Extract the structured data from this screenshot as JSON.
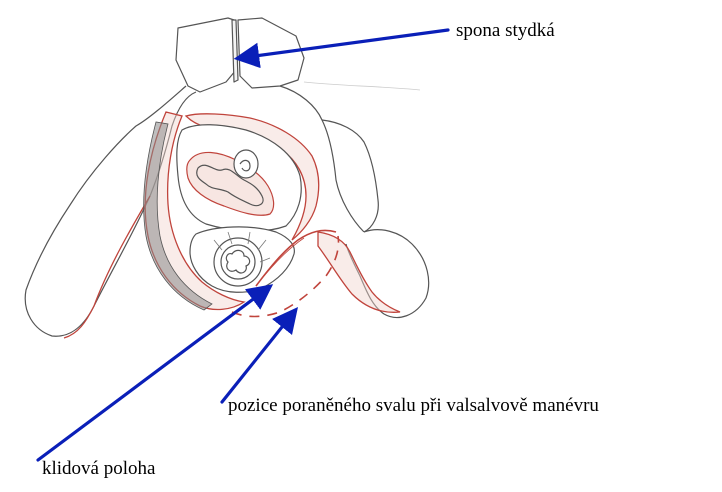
{
  "labels": {
    "pubic_symphysis": "spona stydká",
    "valsalva_position": "pozice poraněného svalu při valsalvově manévru",
    "rest_position": "klidová poloha"
  },
  "colors": {
    "pencil": "#555555",
    "muscle_red": "#c0443c",
    "muscle_red_fill": "#f2d4cf",
    "arrow_blue": "#0a1fb8",
    "shade": "#8a8a8a"
  },
  "icons": {
    "arrow": "arrowhead"
  }
}
